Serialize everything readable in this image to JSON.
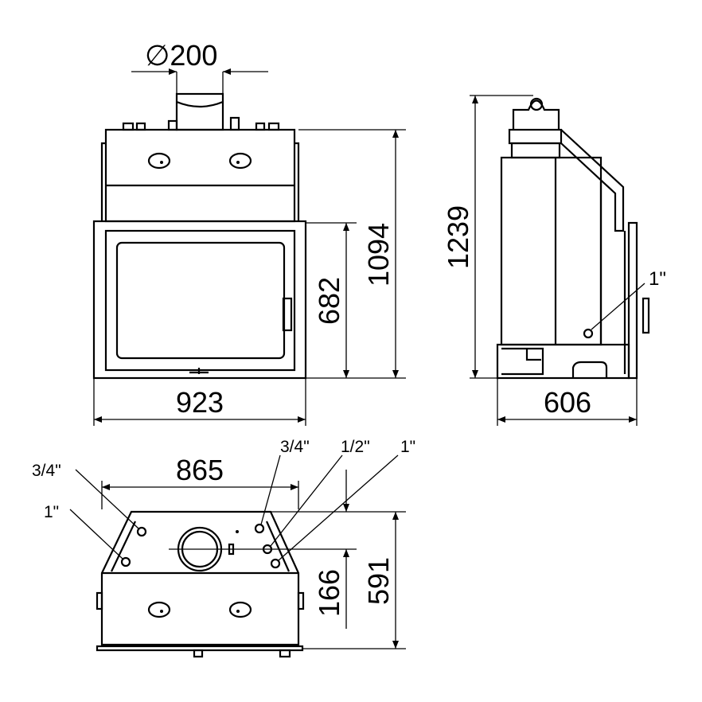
{
  "front_view": {
    "flue_diameter": "∅200",
    "height_total": "1094",
    "height_door": "682",
    "width": "923"
  },
  "side_view": {
    "height_total": "1239",
    "depth": "606",
    "connection": "1\""
  },
  "top_view": {
    "width": "865",
    "depth": "591",
    "offset": "166",
    "connections": [
      "3/4\"",
      "1\"",
      "3/4\"",
      "1/2\"",
      "1\""
    ]
  }
}
